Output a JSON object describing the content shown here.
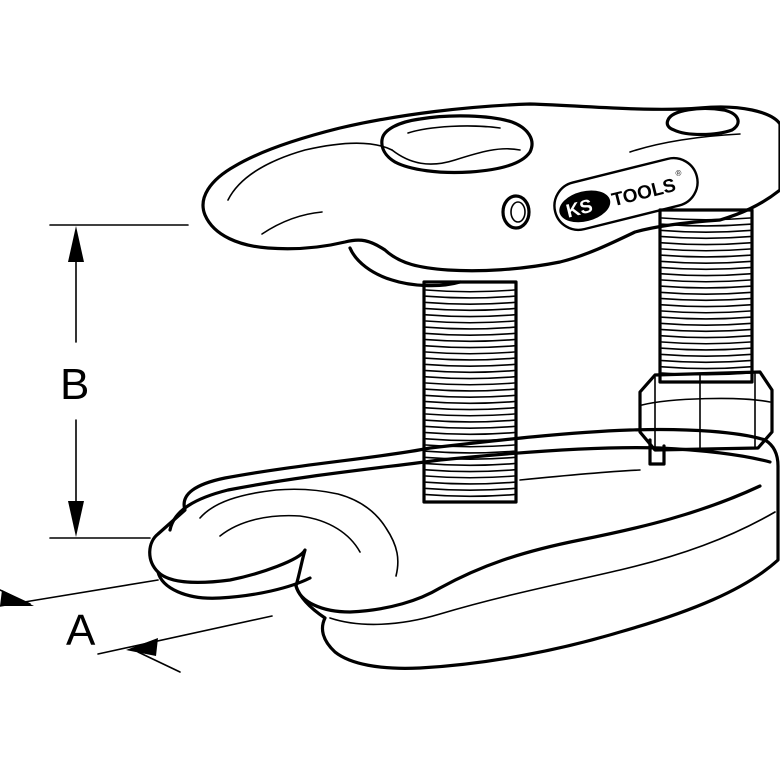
{
  "dimensions": {
    "a_label": "A",
    "b_label": "B"
  },
  "logo": {
    "part1": "KS",
    "part2": "TOOLS",
    "registered": "®"
  }
}
